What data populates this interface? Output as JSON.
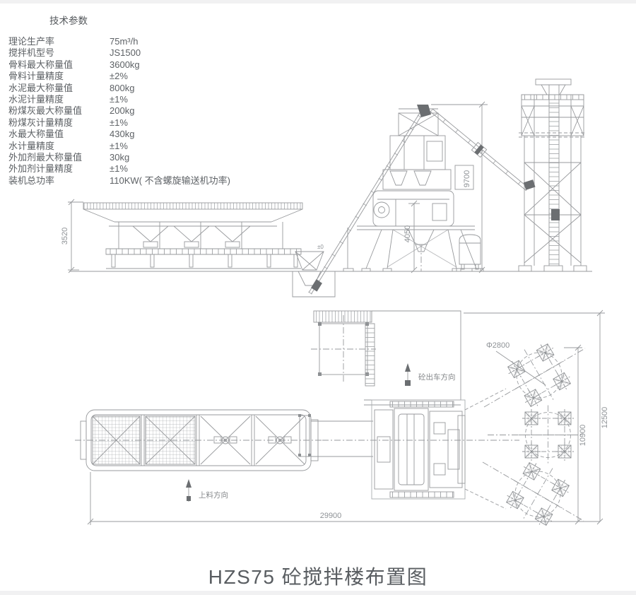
{
  "page": {
    "title": "HZS75 砼搅拌楼布置图"
  },
  "params": {
    "heading": "技术参数",
    "rows": [
      {
        "label": "理论生产率",
        "value": "75m³/h"
      },
      {
        "label": "搅拌机型号",
        "value": "JS1500"
      },
      {
        "label": "骨料最大称量值",
        "value": "3600kg"
      },
      {
        "label": "骨料计量精度",
        "value": "±2%"
      },
      {
        "label": "水泥最大称量值",
        "value": "800kg"
      },
      {
        "label": "水泥计量精度",
        "value": "±1%"
      },
      {
        "label": "粉煤灰最大称量值",
        "value": "200kg"
      },
      {
        "label": "粉煤灰计量精度",
        "value": "±1%"
      },
      {
        "label": "水最大称量值",
        "value": "430kg"
      },
      {
        "label": "水计量精度",
        "value": "±1%"
      },
      {
        "label": "外加剂最大称量值",
        "value": "30kg"
      },
      {
        "label": "外加剂计量精度",
        "value": "±1%"
      },
      {
        "label": "装机总功率",
        "value": "110KW( 不含螺旋输送机功率)"
      }
    ]
  },
  "elevation": {
    "dims": {
      "batcher_height": "3520",
      "tower_height": "9700",
      "discharge_height": "4050",
      "ground_level": "±0"
    }
  },
  "plan": {
    "dims": {
      "total_length": "29900",
      "total_width": "12500",
      "silo_span": "10900",
      "silo_diameter": "Φ2800"
    },
    "labels": {
      "truck_out": "砼出车方向",
      "feed_direction": "上料方向"
    }
  },
  "colors": {
    "line": "#97999c",
    "dark_fill": "#6b6e71",
    "dim_text": "#8e9296",
    "body_text": "#5d6165",
    "title_text": "#595d61"
  }
}
